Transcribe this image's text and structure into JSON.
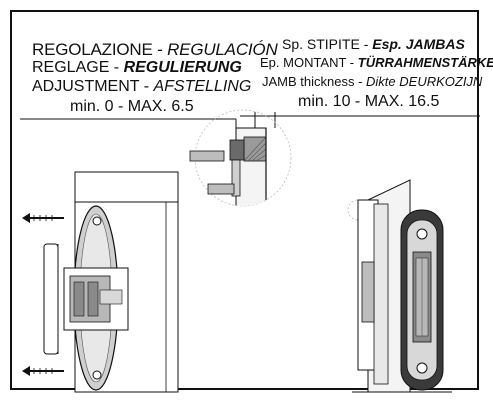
{
  "adjustment": {
    "line1_plain": "REGOLAZIONE - ",
    "line1_italic": "REGULACIÓN",
    "line2_plain": "REGLAGE - ",
    "line2_italic": "REGULIERUNG",
    "line3_plain": "ADJUSTMENT - ",
    "line3_italic": "AFSTELLING",
    "range": "min. 0 - MAX. 6.5"
  },
  "jamb": {
    "line1_plain": "Sp. STIPITE - ",
    "line1_italic": "Esp. JAMBAS",
    "line2_plain": "Ep. MONTANT - ",
    "line2_italic": "TÜRRAHMENSTÄRKE",
    "line3_plain": "JAMB thickness - ",
    "line3_italic": "Dikte DEURKOZIJN",
    "range": "min. 10 - MAX. 16.5"
  },
  "colors": {
    "ink": "#111111",
    "metal_dark": "#3a3a3a",
    "metal_mid": "#8a8a8a",
    "metal_light": "#d8d8d8",
    "wood": "#f4f4f4"
  }
}
